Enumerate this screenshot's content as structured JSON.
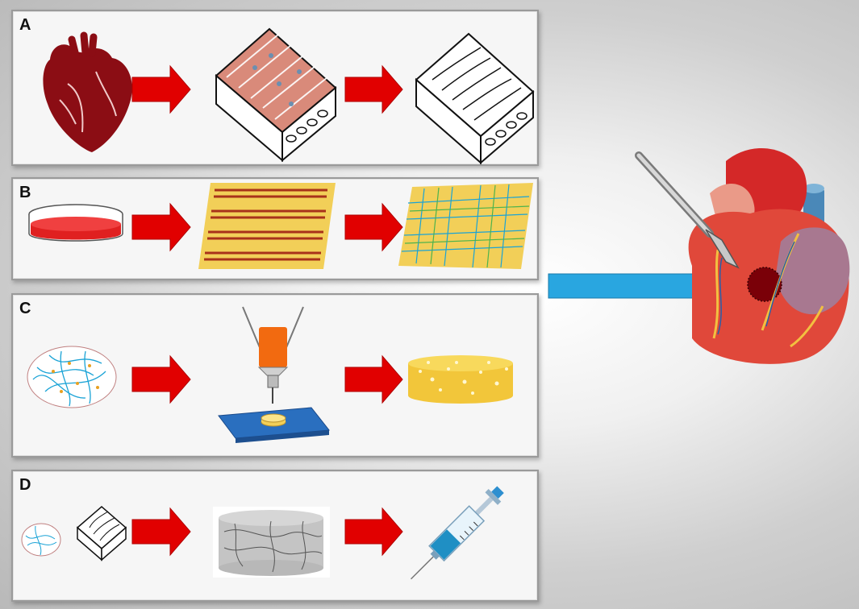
{
  "panels": [
    {
      "label": "A"
    },
    {
      "label": "B"
    },
    {
      "label": "C"
    },
    {
      "label": "D"
    }
  ],
  "colors": {
    "arrow_red": "#e10000",
    "arrow_blue": "#29a6e0",
    "heart_dark": "#8b0d14",
    "scaffold_yellow": "#f2cf58",
    "fiber_blue": "#1aa3d6",
    "fiber_green": "#4db34d",
    "printer_orange": "#f26a10",
    "platform_blue": "#2a6fbf",
    "injury_dark": "#7a0008"
  }
}
